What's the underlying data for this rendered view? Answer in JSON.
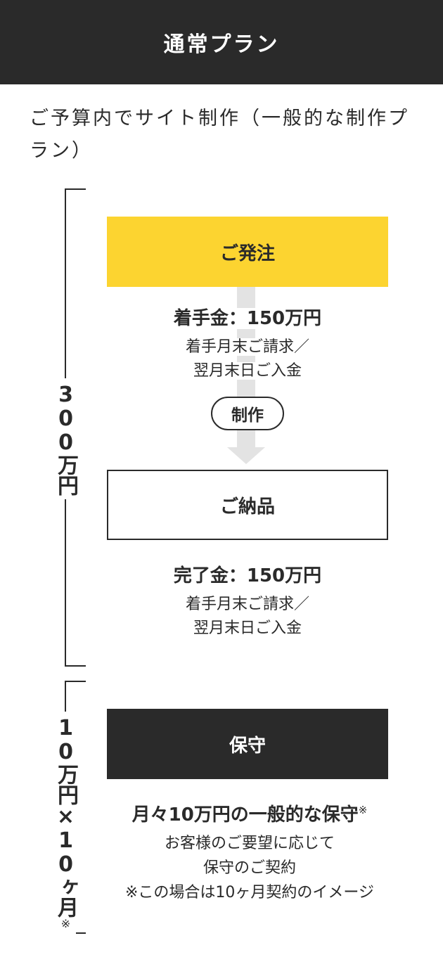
{
  "header": {
    "title": "通常プラン"
  },
  "description": "ご予算内でサイト制作（一般的な制作プラン）",
  "brackets": [
    {
      "label": "300万円",
      "note": ""
    },
    {
      "label": "10万円×10ヶ月",
      "note": "※"
    }
  ],
  "flow": {
    "order_label": "ご発注",
    "deposit": {
      "title": "着手金：150万円",
      "note_lines": [
        "着手月末ご請求／",
        "翌月末日ご入金"
      ]
    },
    "production_label": "制作",
    "delivery_label": "ご納品",
    "final": {
      "title": "完了金：150万円",
      "note_lines": [
        "着手月末ご請求／",
        "翌月末日ご入金"
      ]
    },
    "maintenance_label": "保守",
    "maintenance": {
      "title": "月々10万円の一般的な保守",
      "title_note": "※",
      "note_lines": [
        "お客様のご要望に応じて",
        "保守のご契約",
        "※この場合は10ヶ月契約のイメージ"
      ]
    }
  },
  "colors": {
    "dark": "#2a2a2a",
    "accent": "#fcd430",
    "arrow": "#e3e3e3"
  }
}
